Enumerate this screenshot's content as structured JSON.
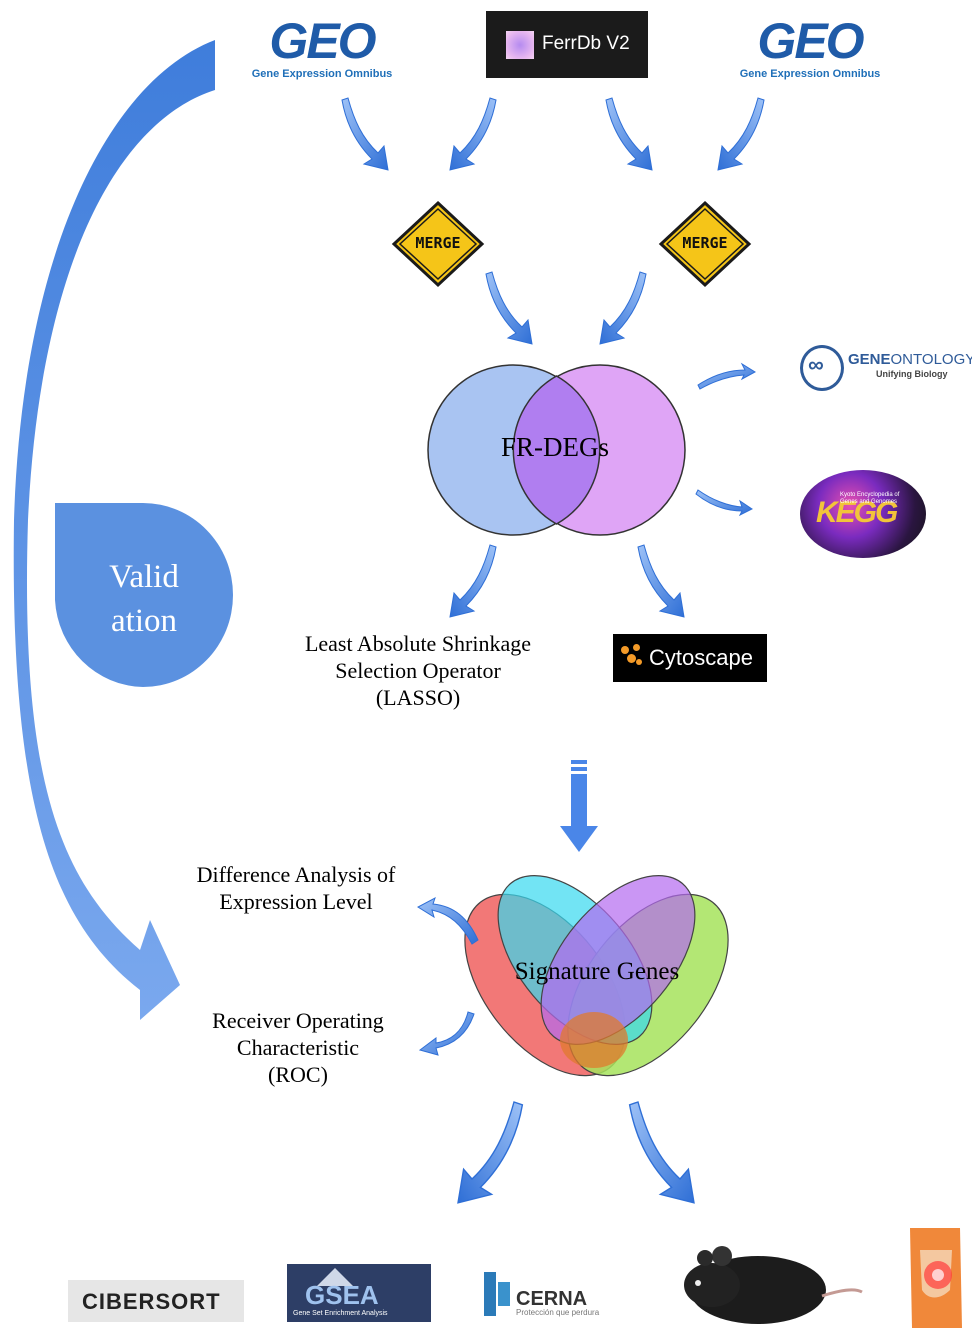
{
  "sources": {
    "geo_left": {
      "logo": "GEO",
      "subtitle": "Gene Expression Omnibus"
    },
    "ferrdb": {
      "label": "FerrDb V2"
    },
    "geo_right": {
      "logo": "GEO",
      "subtitle": "Gene Expression Omnibus"
    }
  },
  "merge_left": "MERGE",
  "merge_right": "MERGE",
  "venn_label": "FR-DEGs",
  "gene_ontology": {
    "title_bold": "GENE",
    "title_rest": "ONTOLOGY",
    "subtitle": "Unifying Biology"
  },
  "kegg": {
    "letters": "KEGG",
    "subtitle": "Kyoto Encyclopedia of Genes and Genomes"
  },
  "validation": {
    "line1": "Valid",
    "line2": "ation"
  },
  "lasso": {
    "line1": "Least Absolute Shrinkage",
    "line2": "Selection Operator",
    "line3": "(LASSO)"
  },
  "cytoscape": "Cytoscape",
  "signature_label": "Signature Genes",
  "difference": {
    "line1": "Difference Analysis of",
    "line2": "Expression Level"
  },
  "roc": {
    "line1": "Receiver Operating",
    "line2": "Characteristic",
    "line3": "(ROC)"
  },
  "bottom": {
    "cibersort": "CIBERSORT",
    "gsea": "GSEA",
    "gsea_sub": "Gene Set Enrichment Analysis",
    "cerna": "CERNA",
    "cerna_sub": "Protección que perdura"
  },
  "colors": {
    "arrow_blue": "#4a86e8",
    "validation_blue": "#5b91e0",
    "merge_yellow": "#f5c518",
    "venn_left": "#a9c4f2",
    "venn_right": "#dda0f5",
    "venn_overlap": "#b07ef0"
  }
}
